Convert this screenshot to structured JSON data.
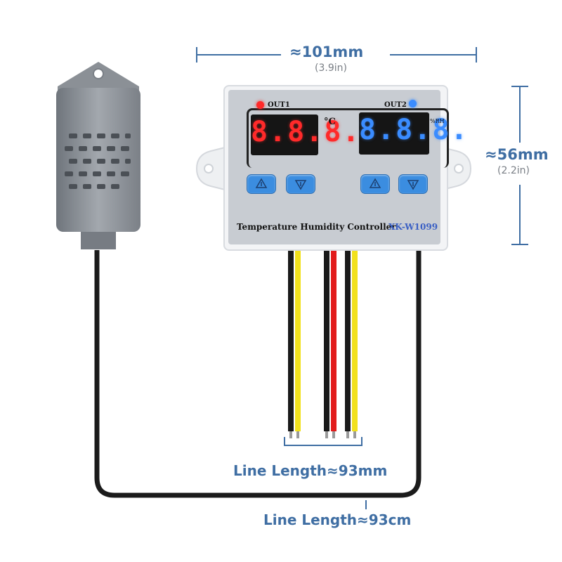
{
  "dimensions": {
    "width_label": "≈101mm",
    "width_sub": "(3.9in)",
    "height_label": "≈56mm",
    "height_sub": "(2.2in)",
    "short_line_label": "Line Length≈93mm",
    "long_line_label": "Line Length≈93cm"
  },
  "controller": {
    "out1_label": "OUT1",
    "out2_label": "OUT2",
    "unit_left": "°C",
    "unit_right": "%RH",
    "display_left": "8.8.8.",
    "display_right": "8.8.8.",
    "product_name": "Temperature Humidity Controller",
    "model": "XK-W1099"
  },
  "colors": {
    "dimension_blue": "#3f6ea3",
    "led_red": "#ff2a2a",
    "led_blue": "#3a8cff",
    "button_blue": "#3b8de0"
  },
  "icons": [
    "up-arrow-icon",
    "down-arrow-icon"
  ]
}
